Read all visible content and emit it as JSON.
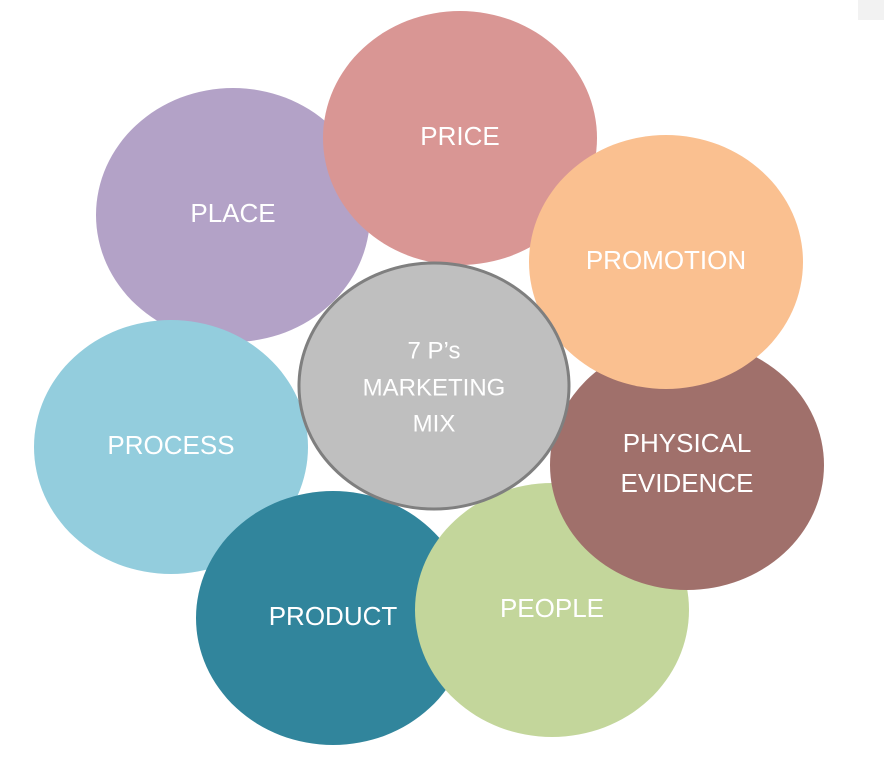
{
  "diagram": {
    "center": {
      "lines": [
        "7 P’s",
        "MARKETING",
        "MIX"
      ],
      "color": "#bfbfbf",
      "stroke": "#7f7f7f"
    },
    "items": [
      {
        "id": "place",
        "label": [
          "PLACE"
        ],
        "color": "#b3a2c7"
      },
      {
        "id": "price",
        "label": [
          "PRICE"
        ],
        "color": "#d99694"
      },
      {
        "id": "process",
        "label": [
          "PROCESS"
        ],
        "color": "#93cddd"
      },
      {
        "id": "product",
        "label": [
          "PRODUCT"
        ],
        "color": "#31859c"
      },
      {
        "id": "people",
        "label": [
          "PEOPLE"
        ],
        "color": "#c3d69b"
      },
      {
        "id": "physical-evidence",
        "label": [
          "PHYSICAL",
          "EVIDENCE"
        ],
        "color": "#a0706b"
      },
      {
        "id": "promotion",
        "label": [
          "PROMOTION"
        ],
        "color": "#fac090"
      }
    ]
  }
}
